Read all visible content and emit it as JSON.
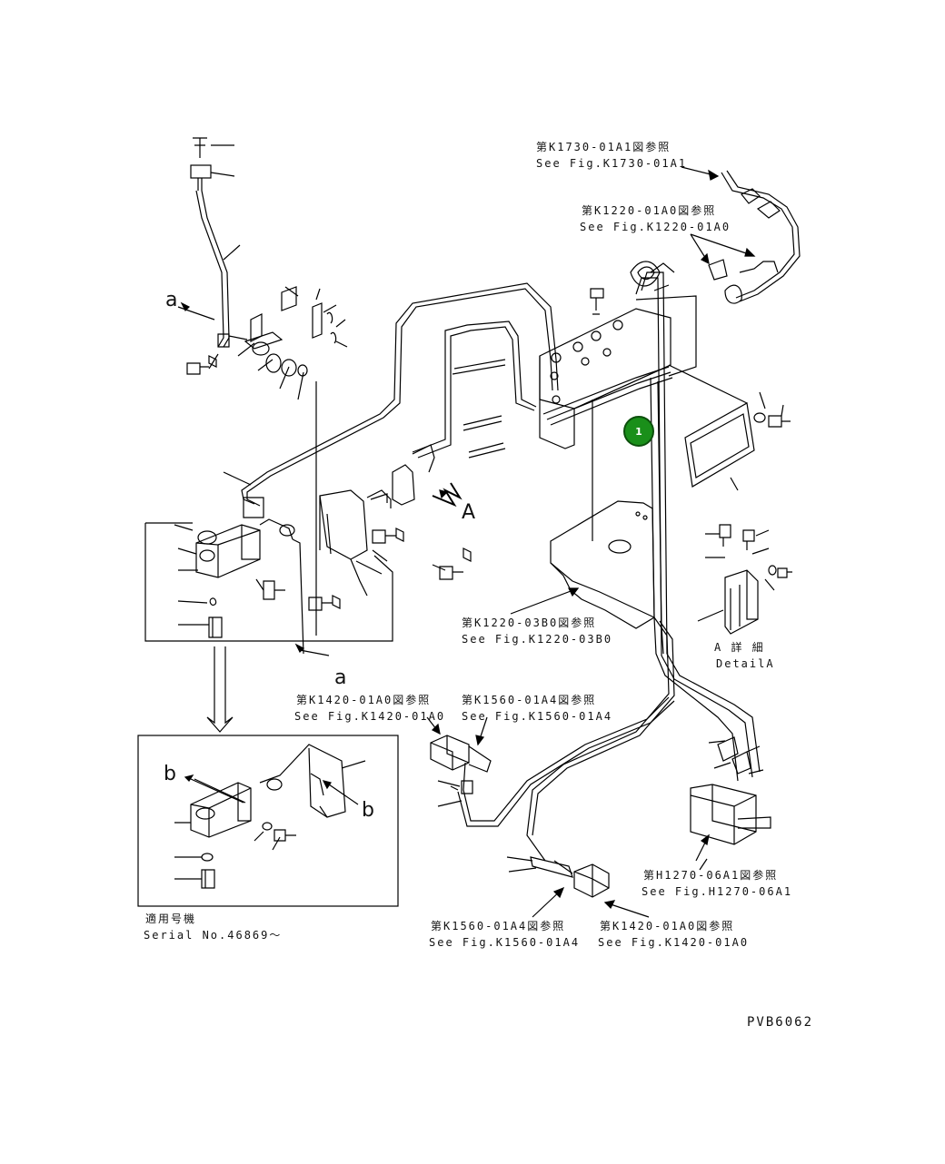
{
  "references": {
    "k1730": {
      "jp": "第K1730-01A1図参照",
      "en": "See Fig.K1730-01A1"
    },
    "k1220a": {
      "jp": "第K1220-01A0図参照",
      "en": "See Fig.K1220-01A0"
    },
    "k1220b": {
      "jp": "第K1220-03B0図参照",
      "en": "See Fig.K1220-03B0"
    },
    "k1420a": {
      "jp": "第K1420-01A0図参照",
      "en": "See Fig.K1420-01A0"
    },
    "k1560a": {
      "jp": "第K1560-01A4図参照",
      "en": "See Fig.K1560-01A4"
    },
    "h1270": {
      "jp": "第H1270-06A1図参照",
      "en": "See Fig.H1270-06A1"
    },
    "k1560b": {
      "jp": "第K1560-01A4図参照",
      "en": "See Fig.K1560-01A4"
    },
    "k1420b": {
      "jp": "第K1420-01A0図参照",
      "en": "See Fig.K1420-01A0"
    }
  },
  "detail": {
    "jp": "A 詳 細",
    "en": "DetailA"
  },
  "serial": {
    "jp": "適用号機",
    "en": "Serial No.46869～"
  },
  "letters": {
    "a1": "a",
    "a2": "a",
    "A": "A",
    "b1": "b",
    "b2": "b"
  },
  "callout": {
    "number": "1",
    "color": "#1a8f1a"
  },
  "drawing_code": "PVB6062"
}
